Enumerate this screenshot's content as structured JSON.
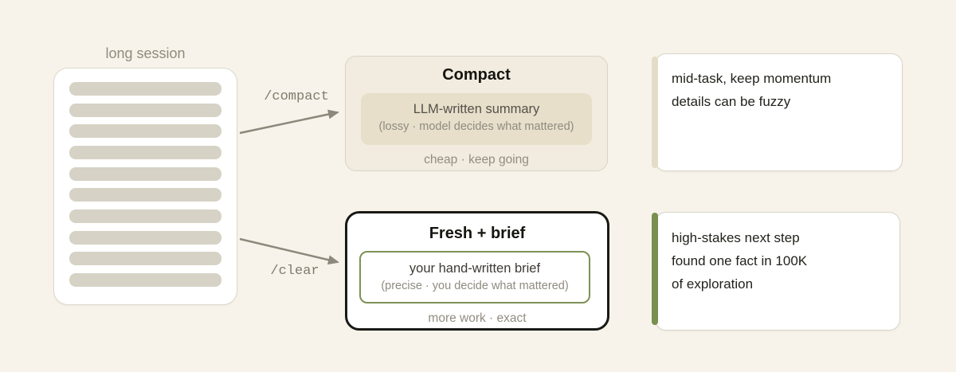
{
  "colors": {
    "background": "#f7f3ea",
    "card_white": "#ffffff",
    "card_border": "#dcd8ca",
    "bar_fill": "#d6d2c5",
    "muted_text": "#8f8b7d",
    "title_text": "#15140f",
    "arrow": "#8c887b",
    "mono_label": "#7f7b6d",
    "compact_card_bg": "#f1ecdf",
    "compact_inner_bg": "#e7dfca",
    "fresh_card_border": "#191915",
    "green_accent": "#7e9156",
    "green_bar": "#78904f",
    "beige_bar": "#e4dcc6"
  },
  "source_card": {
    "label": "long session",
    "bar_count": 10
  },
  "arrows": {
    "compact": {
      "label": "/compact"
    },
    "clear": {
      "label": "/clear"
    }
  },
  "compact_card": {
    "title": "Compact",
    "summary_title": "LLM-written summary",
    "summary_subtitle": "(lossy · model decides what mattered)",
    "footer": "cheap · keep going"
  },
  "fresh_card": {
    "title": "Fresh + brief",
    "brief_title": "your hand-written brief",
    "brief_subtitle": "(precise · you decide what mattered)",
    "footer": "more work · exact"
  },
  "notes": {
    "compact_note": {
      "lines": [
        "mid-task, keep momentum",
        "details can be fuzzy"
      ]
    },
    "clear_note": {
      "lines": [
        "high-stakes next step",
        "found one fact in 100K",
        "of exploration"
      ]
    }
  }
}
